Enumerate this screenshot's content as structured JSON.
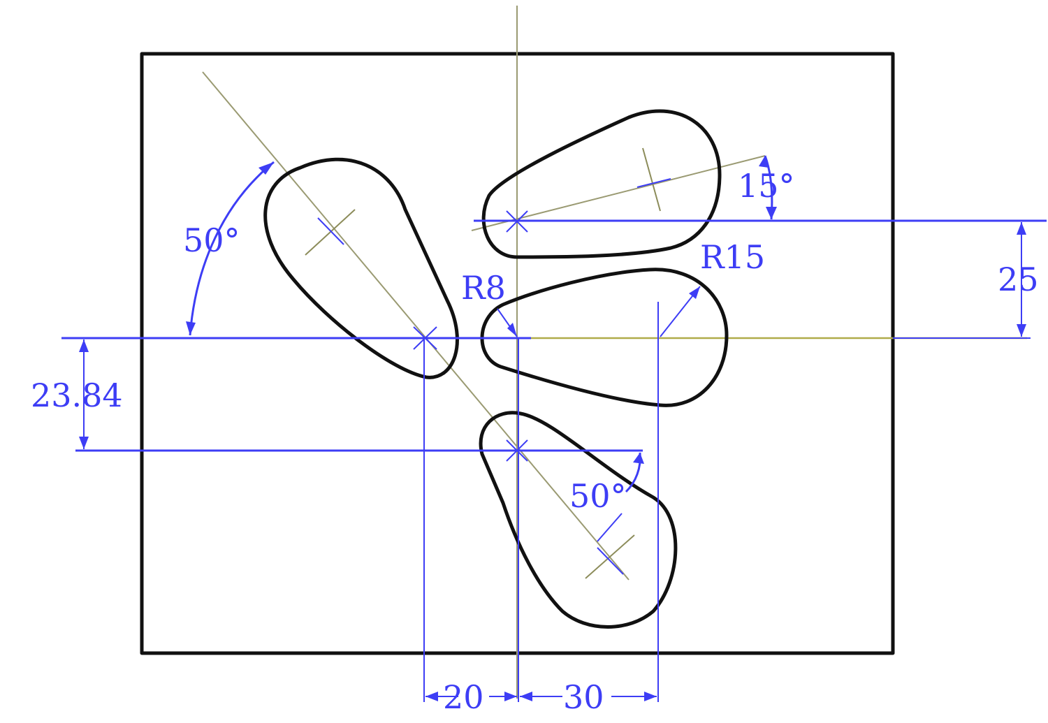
{
  "dimensions": {
    "angle_upper_left": "50°",
    "angle_slot": "15°",
    "offset_vertical": "25",
    "radius_large": "R15",
    "radius_small": "R8",
    "offset_lower": "23.84",
    "angle_lower": "50°",
    "offset_left": "20",
    "offset_right": "30"
  },
  "colors": {
    "outline": "#111111",
    "dimension": "#3d3df5",
    "centerline": "#b0ac4a"
  }
}
